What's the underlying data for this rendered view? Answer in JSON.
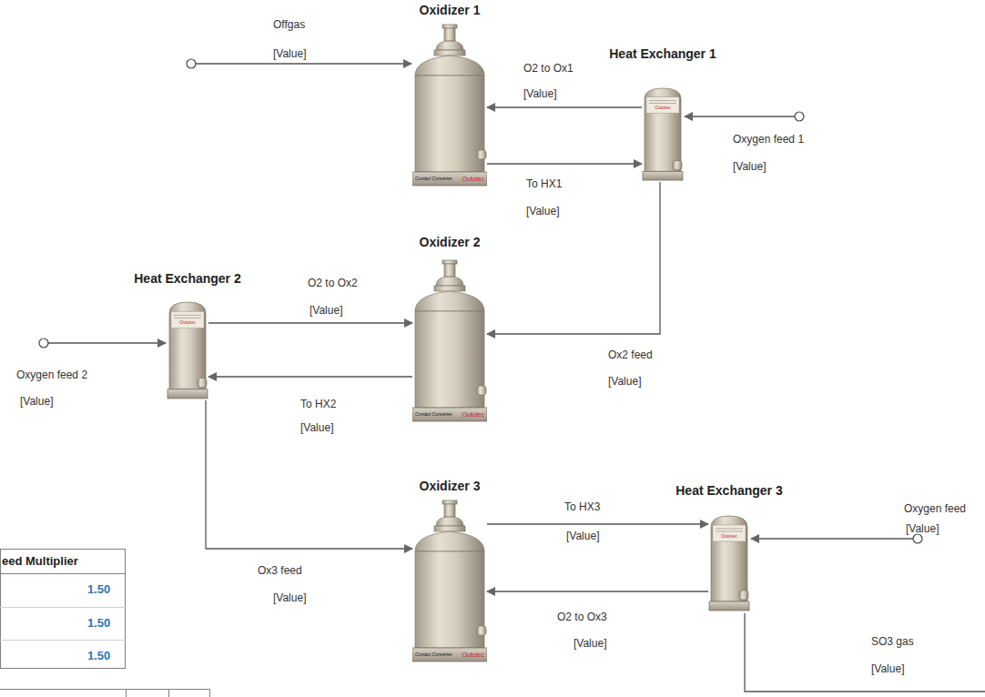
{
  "diagram": {
    "nodes": [
      {
        "text": [
          "Oxidizer 1",
          "Contact Converter",
          "Outotec"
        ]
      },
      {
        "text": [
          "Heat Exchanger 1",
          "Outotec"
        ]
      },
      {
        "text": [
          "Oxidizer 2",
          "Contact Converter",
          "Outotec"
        ]
      },
      {
        "text": [
          "Heat Exchanger 2",
          "Outotec"
        ]
      },
      {
        "text": [
          "Oxidizer 3",
          "Contact Converter",
          "Outotec"
        ]
      },
      {
        "text": [
          "Heat Exchanger 3",
          "Outotec"
        ]
      }
    ],
    "edges": [
      {
        "from": 1,
        "to": 0,
        "label": "O2 to Ox1",
        "arrow": "to"
      },
      {
        "from": 0,
        "to": 1,
        "label": "To HX1",
        "arrow": "to"
      },
      {
        "from": 1,
        "to": 2,
        "label": "Ox2 feed",
        "arrow": "to"
      },
      {
        "from": 3,
        "to": 2,
        "label": "O2 to Ox2",
        "arrow": "to"
      },
      {
        "from": 2,
        "to": 3,
        "label": "To HX2",
        "arrow": "to"
      },
      {
        "from": 3,
        "to": 4,
        "label": "Ox3 feed",
        "arrow": "to"
      },
      {
        "from": 4,
        "to": 5,
        "label": "To HX3",
        "arrow": "to"
      },
      {
        "from": 5,
        "to": 4,
        "label": "O2 to Ox3",
        "arrow": "to"
      }
    ],
    "labels": [
      "Offgas",
      "[Value]",
      "[Value]",
      "[Value]",
      "Oxygen feed 1",
      "[Value]",
      "[Value]",
      "[Value]",
      "Oxygen feed 2",
      "[Value]",
      "[Value]",
      "[Value]",
      "Oxygen feed",
      "[Value]",
      "[Value]",
      "[Value]",
      "SO3 gas",
      "[Value]",
      "eed Multiplier",
      "1.50",
      "1.50",
      "1.50"
    ]
  }
}
